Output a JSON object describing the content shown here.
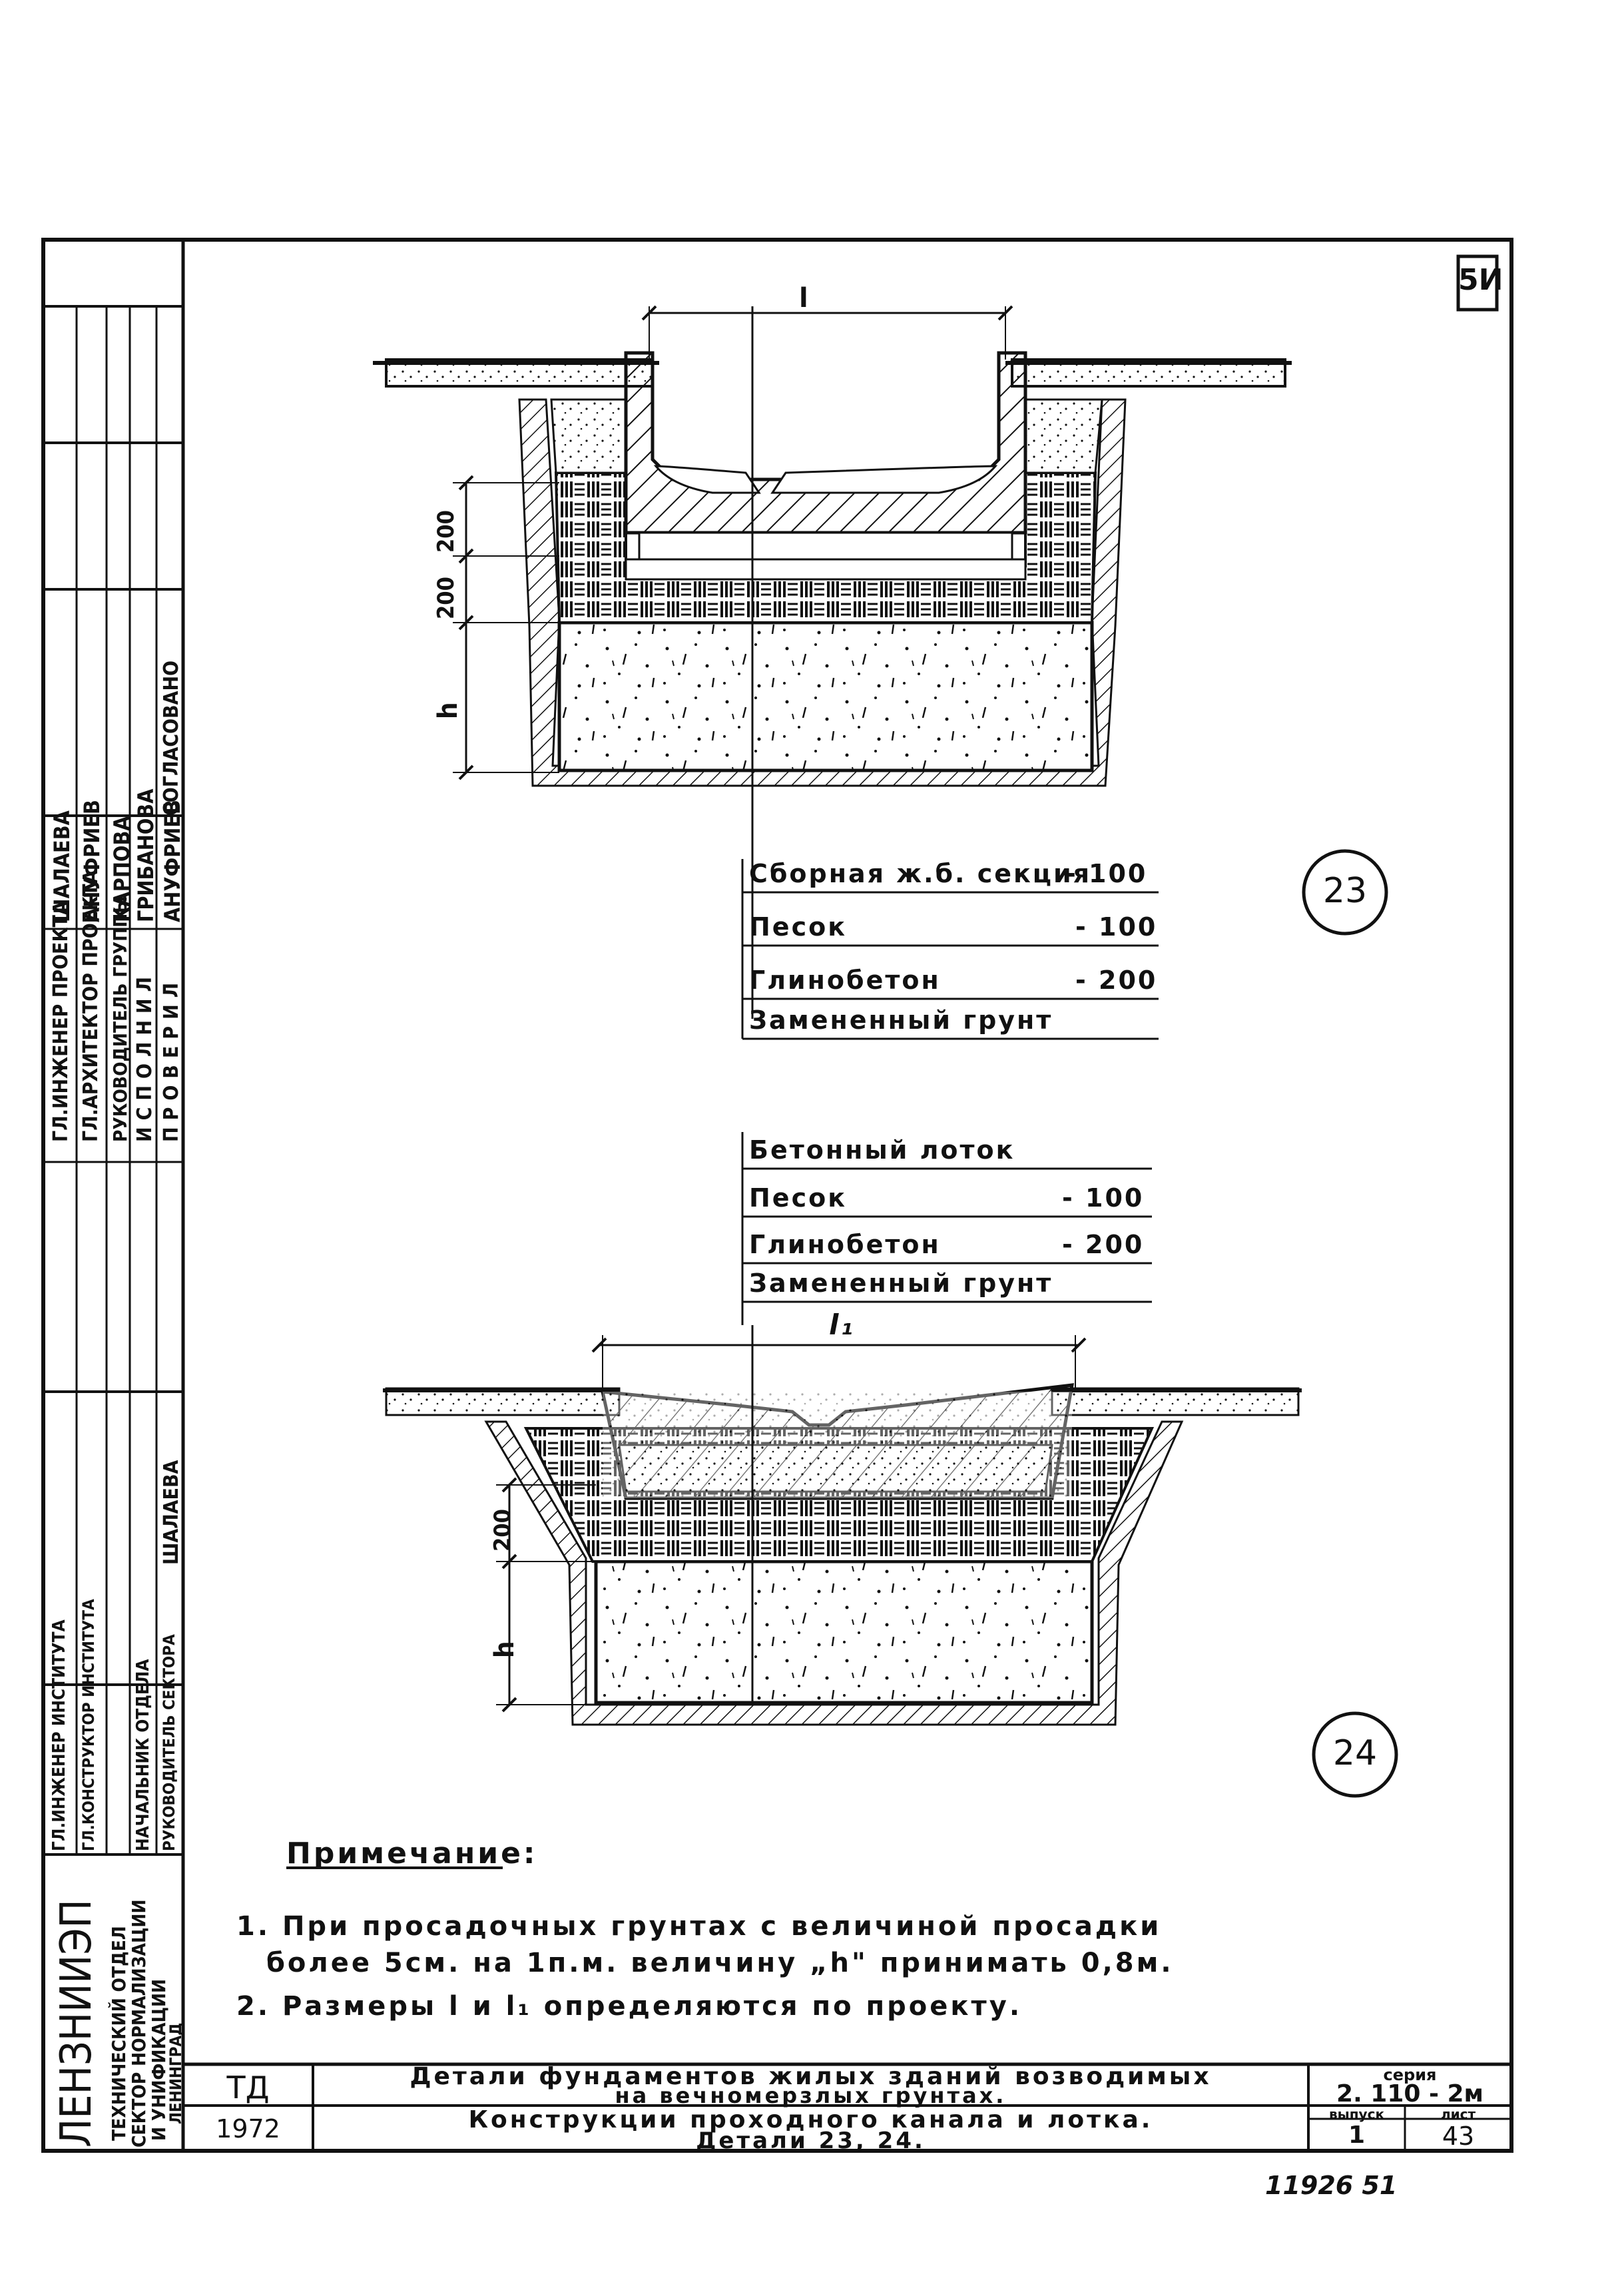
{
  "sheet_mark": "5И",
  "left_strip": {
    "roles": [
      "ГЛ.ИНЖЕНЕР ПРОЕКТА",
      "ГЛ.АРХИТЕКТОР ПРОЕКТА",
      "РУКОВОДИТЕЛЬ ГРУППЫ",
      "ИСПОЛНИЛ",
      "ПРОВЕРИЛ"
    ],
    "names": [
      "ШАЛАЕВА",
      "АНУФРИЕВ",
      "КАРПОВА",
      "ГРИБАНОВА",
      "АНУФРИЕВ"
    ],
    "agreed": "СОГЛАСОВАНО",
    "inst_roles": [
      "ГЛ.ИНЖЕНЕР ИНСТИТУТА",
      "ГЛ.КОНСТРУКТОР ИНСТИТУТА",
      "НАЧАЛЬНИК ОТДЕЛА",
      "РУКОВОДИТЕЛЬ СЕКТОРА"
    ],
    "inst_name": "ШАЛАЕВА",
    "org_name": "ЛЕНЗНИИЭП",
    "org_sub": [
      "ТЕХНИЧЕСКИЙ ОТДЕЛ",
      "СЕКТОР НОРМАЛИЗАЦИИ",
      "И УНИФИКАЦИИ",
      "ЛЕНИНГРАД"
    ]
  },
  "detail23": {
    "number": "23",
    "dim_top": "l",
    "dim_200a": "200",
    "dim_200b": "200",
    "dim_h": "h",
    "layers": [
      {
        "name": "Сборная ж.б. секция",
        "value": "- 100"
      },
      {
        "name": "Песок",
        "value": "- 100"
      },
      {
        "name": "Глинобетон",
        "value": "- 200"
      },
      {
        "name": "Замененный грунт",
        "value": ""
      }
    ]
  },
  "detail24": {
    "number": "24",
    "dim_top": "l₁",
    "dim_200": "200",
    "dim_h": "h",
    "layers": [
      {
        "name": "Бетонный лоток",
        "value": ""
      },
      {
        "name": "Песок",
        "value": "- 100"
      },
      {
        "name": "Глинобетон",
        "value": "- 200"
      },
      {
        "name": "Замененный грунт",
        "value": ""
      }
    ]
  },
  "notes": {
    "title": "Примечание:",
    "items": [
      "1. При просадочных грунтах с величиной просадки",
      "более 5см. на 1п.м. величину „h\" принимать 0,8м.",
      "2. Размеры l и l₁ определяются по проекту."
    ]
  },
  "title_block": {
    "td": "ТД",
    "year": "1972",
    "title_line1": "Детали фундаментов жилых зданий возводимых",
    "title_line2": "на вечномерзлых грунтах.",
    "subtitle_line1": "Конструкции проходного канала и лотка.",
    "subtitle_line2": "Детали 23, 24.",
    "series_label": "серия",
    "series_value": "2. 110 - 2м",
    "issue_label": "выпуск",
    "issue_value": "1",
    "sheet_label": "лист",
    "sheet_value": "43"
  },
  "footer_number": "11926  51"
}
